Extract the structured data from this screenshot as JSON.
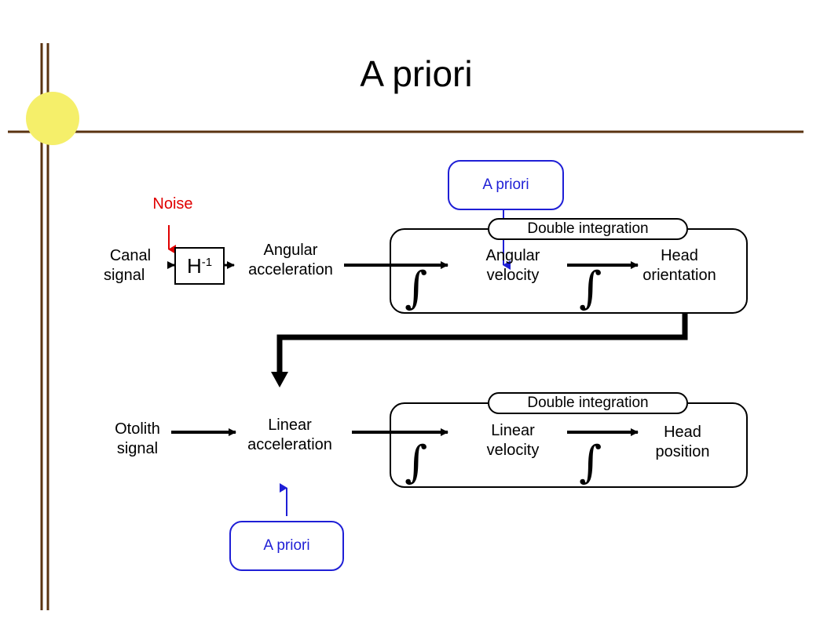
{
  "title": "A priori",
  "noise_label": "Noise",
  "h_block": {
    "base": "H",
    "exponent": "-1"
  },
  "top_row": {
    "input_line1": "Canal",
    "input_line2": "signal",
    "middle_line1": "Angular",
    "middle_line2": "acceleration",
    "group_label": "Double integration",
    "stage1_line1": "Angular",
    "stage1_line2": "velocity",
    "stage2_line1": "Head",
    "stage2_line2": "orientation",
    "prior_label": "A priori"
  },
  "bottom_row": {
    "input_line1": "Otolith",
    "input_line2": "signal",
    "middle_line1": "Linear",
    "middle_line2": "acceleration",
    "group_label": "Double integration",
    "stage1_line1": "Linear",
    "stage1_line2": "velocity",
    "stage2_line1": "Head",
    "stage2_line2": "position",
    "prior_label": "A priori"
  },
  "integral_symbol": "∫",
  "colors": {
    "frame": "#5a3310",
    "accent_circle": "#f5ef6a",
    "prior": "#1f1fd6",
    "noise": "#e00000"
  }
}
